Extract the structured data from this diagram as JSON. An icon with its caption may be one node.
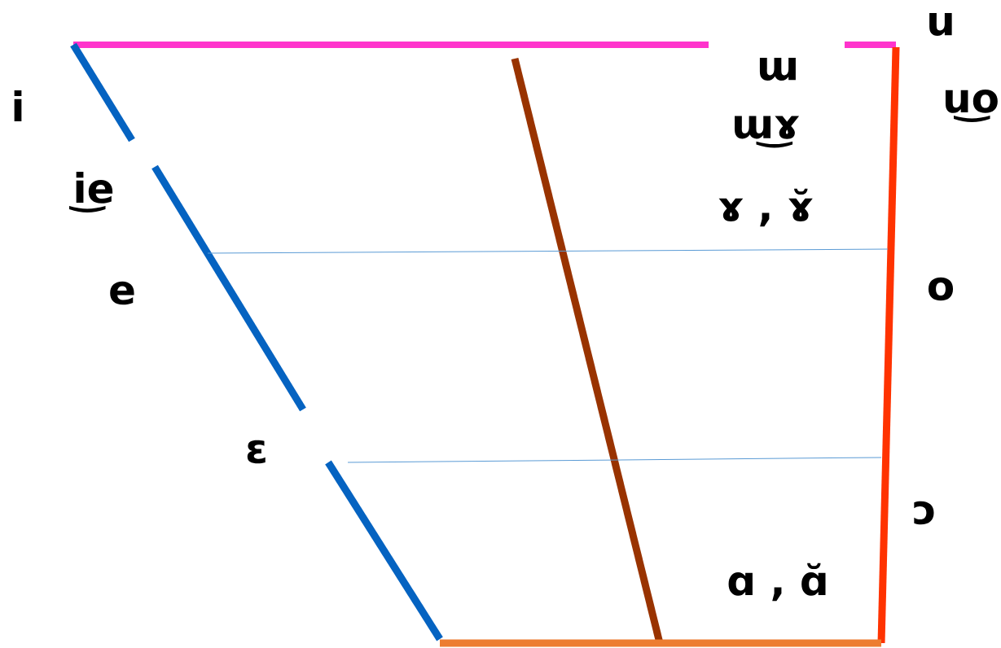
{
  "diagram": {
    "labels": [
      "u",
      "ɯ",
      "i",
      "u͜o",
      "ɯ͜ɤ",
      "i͜e",
      "ɤ , ɤ̆",
      "e",
      "o",
      "ɛ",
      "ɔ",
      "ɑ , ɑ̆"
    ]
  }
}
